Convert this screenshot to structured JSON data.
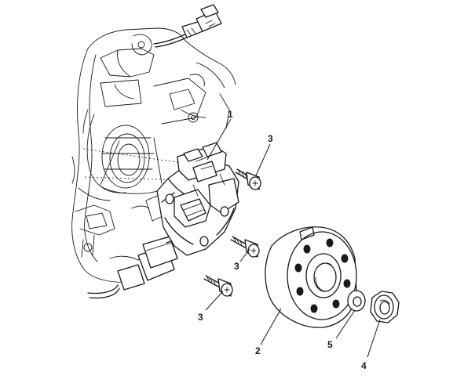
{
  "callouts": {
    "stator": "1",
    "rotor": "2",
    "bolt_upper": "3",
    "bolt_middle": "3",
    "bolt_lower": "3",
    "nut": "4",
    "washer": "5"
  }
}
